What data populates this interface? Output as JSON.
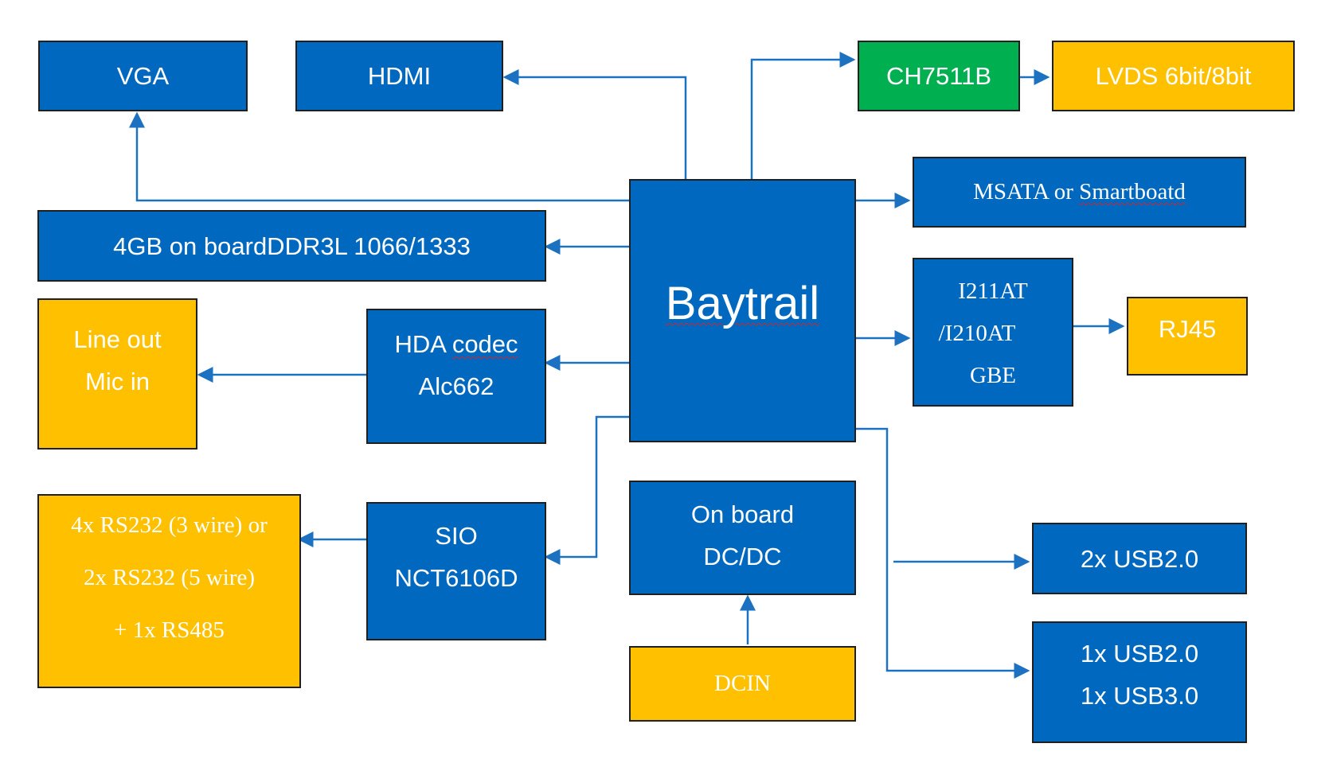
{
  "colors": {
    "blue": "#0068bf",
    "orange": "#ffc000",
    "green": "#00b050",
    "arrow": "#1c72c0"
  },
  "nodes": {
    "vga": {
      "lines": [
        "VGA"
      ]
    },
    "hdmi": {
      "lines": [
        "HDMI"
      ]
    },
    "ch7511b": {
      "lines": [
        "CH7511B"
      ]
    },
    "lvds": {
      "lines": [
        "LVDS 6bit/8bit"
      ]
    },
    "msata": {
      "prefix": "MSATA or ",
      "word": "Smartboatd"
    },
    "ddr": {
      "lines": [
        "4GB on boardDDR3L 1066/1333"
      ]
    },
    "baytrail": {
      "lines": [
        "Baytrail"
      ]
    },
    "lineout": {
      "lines": [
        "Line out",
        "Mic in"
      ]
    },
    "hda": {
      "line1_prefix": "HDA ",
      "line1_word": "codec",
      "line2": "Alc662"
    },
    "gbe": {
      "lines": [
        "I211AT",
        "/I210AT",
        "GBE"
      ]
    },
    "rj45": {
      "lines": [
        "RJ45"
      ]
    },
    "rs232": {
      "lines": [
        "4x RS232 (3 wire) or",
        "2x RS232 (5 wire)",
        "+ 1x RS485"
      ]
    },
    "sio": {
      "lines": [
        "SIO",
        "NCT6106D"
      ]
    },
    "dcdc": {
      "lines": [
        "On board",
        "DC/DC"
      ]
    },
    "dcin": {
      "lines": [
        "DCIN"
      ]
    },
    "usb2x": {
      "lines": [
        "2x USB2.0"
      ]
    },
    "usbmix": {
      "lines": [
        "1x USB2.0",
        "1x USB3.0"
      ]
    }
  }
}
